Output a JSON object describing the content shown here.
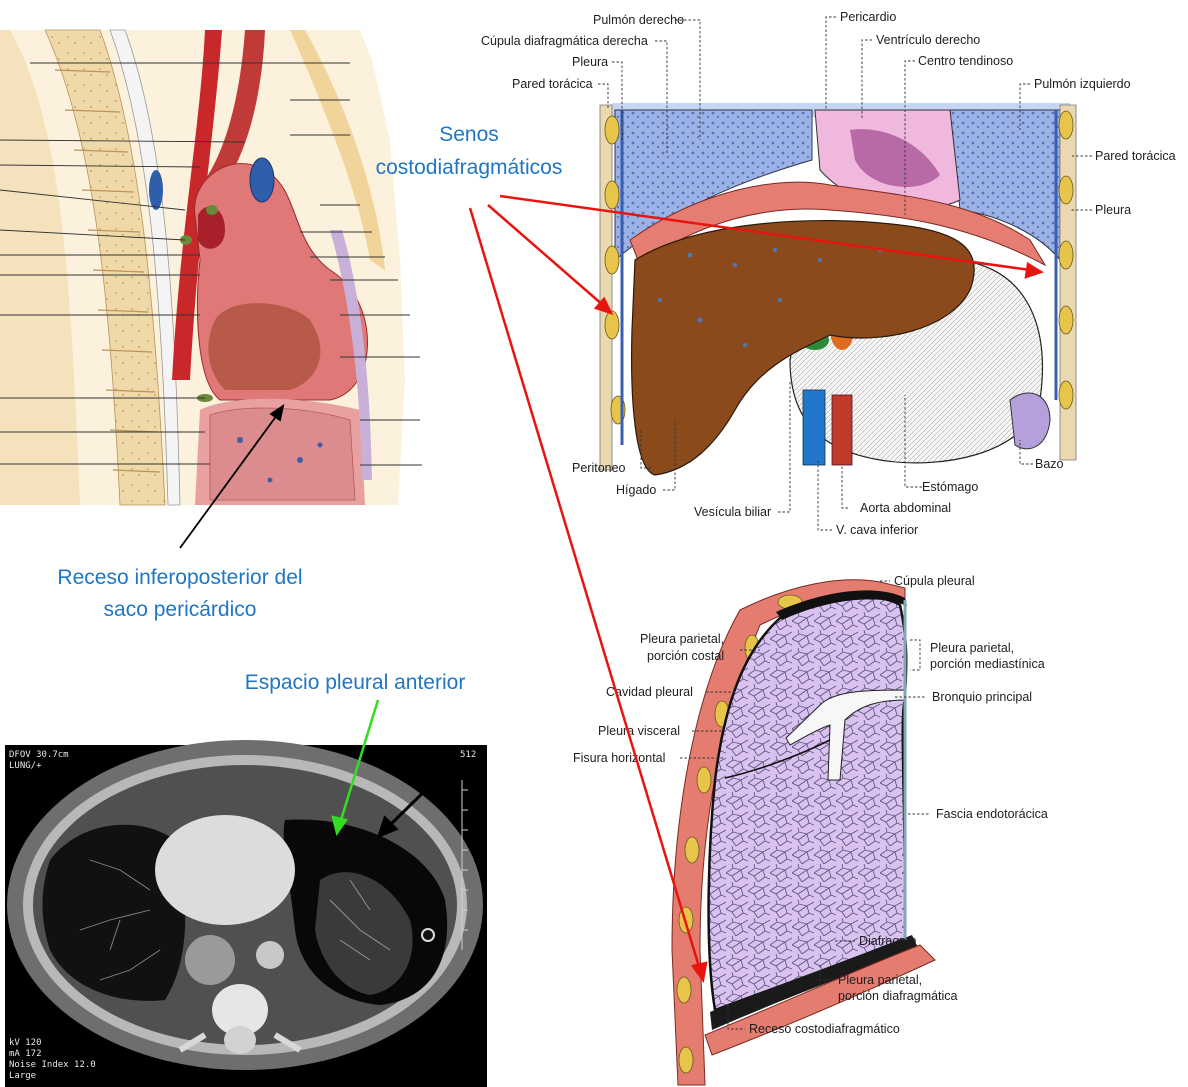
{
  "annotations": {
    "senos": [
      "Senos",
      "costodiafragmáticos"
    ],
    "receso": [
      "Receso inferoposterior del",
      "saco pericárdico"
    ],
    "espacio": "Espacio pleural anterior"
  },
  "heart_labels": {
    "pulmon_derecho": "Pulmón derecho",
    "cupula_derecha": "Cúpula diafragmática derecha",
    "pleura_left": "Pleura",
    "pared_toracica_left": "Pared torácica",
    "pericardio": "Pericardio",
    "ventriculo": "Ventrículo derecho",
    "centro": "Centro tendinoso",
    "pulmon_izquierdo": "Pulmón izquierdo",
    "pared_toracica_right": "Pared torácica",
    "pleura_right": "Pleura",
    "peritoneo": "Peritoneo",
    "higado": "Hígado",
    "vesicula": "Vesícula biliar",
    "vena_cava": "V. cava inferior",
    "aorta": "Aorta abdominal",
    "estomago": "Estómago",
    "bazo": "Bazo"
  },
  "lung_labels": {
    "cupula_pleural": "Cúpula pleural",
    "pleura_costal": [
      "Pleura parietal,",
      "porción costal"
    ],
    "pleura_mediastinica": [
      "Pleura parietal,",
      "porción mediastínica"
    ],
    "cavidad": "Cavidad pleural",
    "bronquio": "Bronquio principal",
    "visceral": "Pleura visceral",
    "fisura": "Fisura horizontal",
    "fascia": "Fascia endotorácica",
    "diafragma": "Diafragma",
    "pleura_diafragmatica": [
      "Pleura parietal,",
      "porción diafragmática"
    ],
    "receso": "Receso costodiafragmático"
  },
  "ct_text": {
    "top_left_1": "DFOV 30.7cm",
    "top_left_2": "LUNG/+",
    "top_right": "512",
    "bottom_1": "kV 120",
    "bottom_2": "mA 172",
    "bottom_3": "Noise Index 12.0",
    "bottom_4": "Large"
  },
  "colors": {
    "annotation_blue": "#1f76c4",
    "arrow_red": "#e8140f",
    "arrow_green": "#33dd22",
    "arrow_black": "#000000"
  }
}
